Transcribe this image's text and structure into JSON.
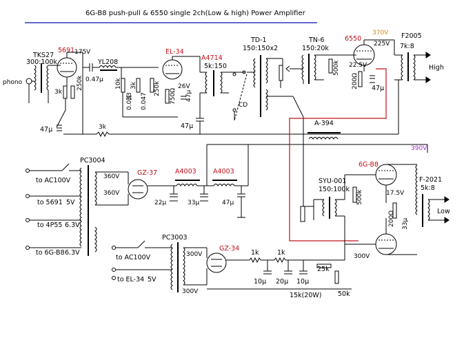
{
  "title": "6G-B8 push-pull & 6550 single 2ch(Low & high) Power Amplifier",
  "colors": {
    "accent_red": "#c0101a",
    "accent_orange": "#d2851c",
    "accent_purple": "#9b36c9",
    "title_rule": "#2a35b8"
  },
  "labels": {
    "tks27": "TKS27",
    "tks27_ratio": "300:100k",
    "phono": "phono",
    "v5691": "5691",
    "v175": "175V",
    "r250k": "250k",
    "r3k_a": "3k",
    "c047": "0.47µ",
    "yl208": "YL208",
    "el34_top": "EL-34",
    "a4714": "A4714",
    "a4714_ratio": "5k:150",
    "r10k": "10k",
    "c0033": "0.033",
    "r3k_b": "3k",
    "c0047": "0.047",
    "r250k_b": "250k",
    "r750": "750Ω",
    "v26": "26V",
    "c47_a": "47µ",
    "c47_b": "47µ",
    "c47_c": "47µ",
    "r3k_c": "3k",
    "td1": "TD-1",
    "td1_ratio": "150:150x2",
    "cd": "CD",
    "tn6": "TN-6",
    "tn6_ratio": "150:20k",
    "r500k_a": "500k",
    "v6550": "6550",
    "v370": "370V",
    "v225": "225V",
    "v225b": "22.5V",
    "r200": "200Ω",
    "c47_d": "47µ",
    "f2005": "F2005",
    "f2005_ratio": "7k:8",
    "high": "High",
    "a394": "A-394",
    "pc3004": "PC3004",
    "to_ac100v_a": "to AC100V",
    "to_5691": "to 5691",
    "v5": "5V",
    "to_4p55": "to 4P55",
    "v63_a": "6.3V",
    "to_6gb8": "to 6G-B8",
    "v63_b": "6.3V",
    "v360a": "360V",
    "v360b": "360V",
    "gz37": "GZ-37",
    "a4003_a": "A4003",
    "a4003_b": "A4003",
    "c22": "22µ",
    "c33": "33µ",
    "c47_e": "47µ",
    "v390": "390V",
    "g6b8": "6G-B8",
    "syu001": "SYU-001",
    "syu_ratio": "150:100k",
    "r500k_b": "500k",
    "v175b": "17.5V",
    "r200b": "200Ω",
    "c33b": "33µ",
    "f2021": "F-2021",
    "f2021_ratio": "5k:8",
    "low": "Low",
    "v300_right": "300V",
    "pc3003": "PC3003",
    "to_ac100v_b": "to AC100V",
    "to_el34": "to EL-34",
    "v5b": "5V",
    "v300a": "300V",
    "v300b": "300V",
    "gz34": "GZ-34",
    "r1k_a": "1k",
    "r1k_b": "1k",
    "c10_a": "10µ",
    "c20": "20µ",
    "c10_b": "10µ",
    "r25k": "25k",
    "r15k": "15k(20W)",
    "r50k": "50k"
  }
}
